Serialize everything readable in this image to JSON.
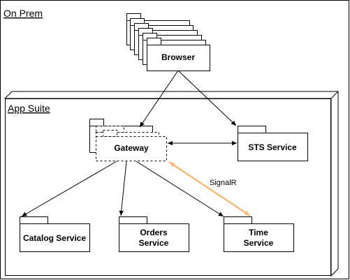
{
  "frames": {
    "on_prem": "On Prem",
    "app_suite": "App Suite"
  },
  "nodes": {
    "browser": "Browser",
    "gateway": "Gateway",
    "sts": "STS Service",
    "catalog": "Catalog Service",
    "orders_line1": "Orders",
    "orders_line2": "Service",
    "time_line1": "Time",
    "time_line2": "Service"
  },
  "edges": {
    "signalr": "SignalR"
  },
  "colors": {
    "signalr": "#F5B97A",
    "stroke": "#000000"
  }
}
